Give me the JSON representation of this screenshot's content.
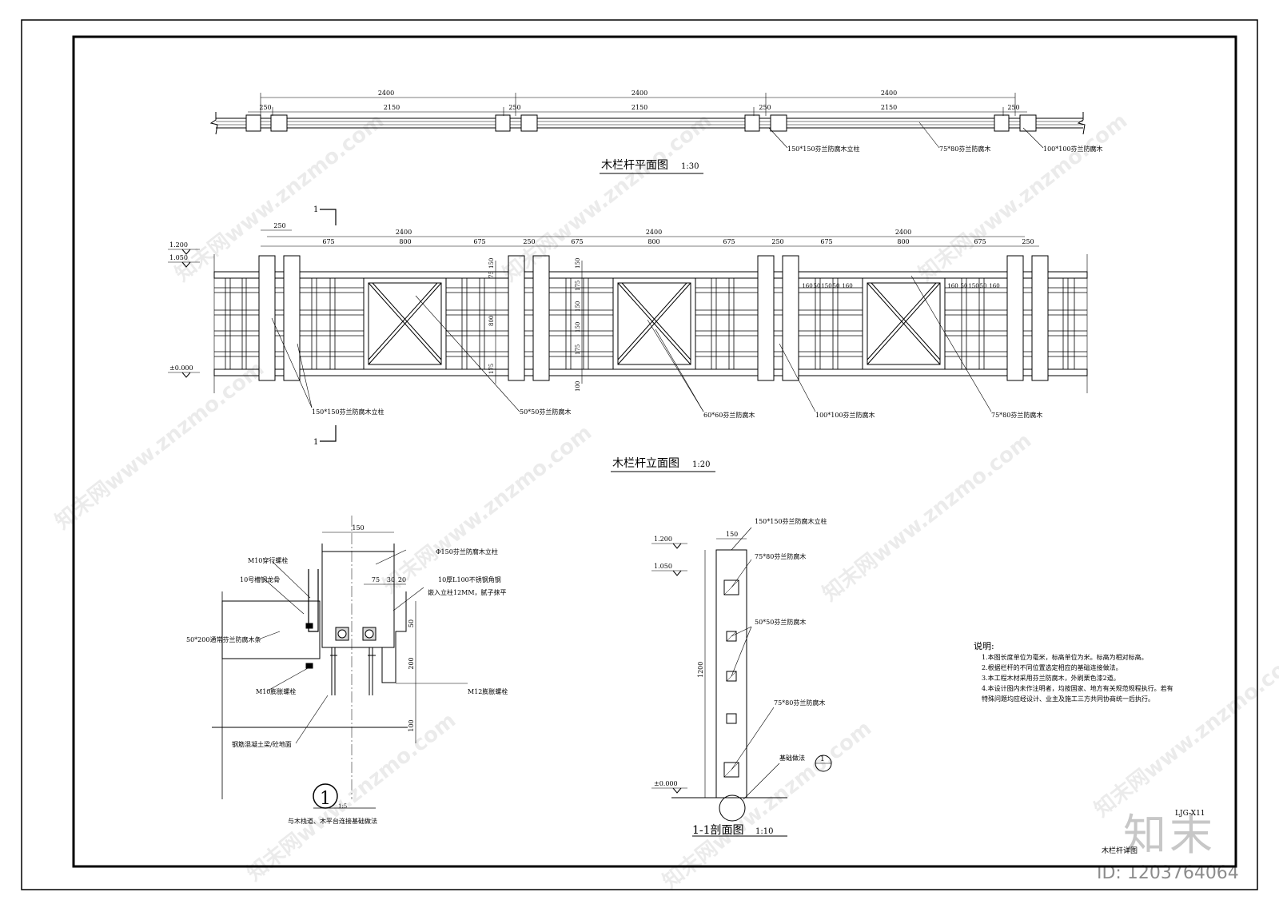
{
  "plan": {
    "title": "木栏杆平面图",
    "scale": "1:30",
    "dims_top": [
      "2400",
      "2400",
      "2400"
    ],
    "dims_sub": [
      "250",
      "2150",
      "250",
      "2150",
      "250",
      "2150",
      "250"
    ],
    "labels": [
      "150*150芬兰防腐木立柱",
      "75*80芬兰防腐木",
      "100*100芬兰防腐木"
    ]
  },
  "elevation": {
    "title": "木栏杆立面图",
    "scale": "1:20",
    "section_mark": "1",
    "levels": [
      "1.200",
      "1.050",
      "±0.000"
    ],
    "dims_span": [
      "2400",
      "2400",
      "2400"
    ],
    "dims_first": "250",
    "dims_bay": [
      "675",
      "800",
      "675"
    ],
    "post_gap": "250",
    "vertical_dims": [
      "75",
      "150",
      "175",
      "150",
      "150",
      "175",
      "100"
    ],
    "vertical_total": "800",
    "grid_dims": [
      "160",
      "50",
      "150",
      "50",
      "160"
    ],
    "labels": [
      "150*150芬兰防腐木立柱",
      "50*50芬兰防腐木",
      "60*60芬兰防腐木",
      "100*100芬兰防腐木",
      "75*80芬兰防腐木"
    ]
  },
  "detail1": {
    "number": "1",
    "scale": "1:5",
    "caption": "与木栈道、木平台连接基础做法",
    "dims": [
      "150",
      "75",
      "30",
      "20",
      "50",
      "200",
      "100"
    ],
    "labels": [
      "Φ150芬兰防腐木立柱",
      "M10穿行螺栓",
      "10号槽钢龙骨",
      "10厚L100不锈钢角钢",
      "嵌入立柱12MM，腻子抹平",
      "50*200通常芬兰防腐木条",
      "M10膨胀螺栓",
      "M12膨胀螺栓",
      "钢筋混凝土梁/砼地面"
    ]
  },
  "section": {
    "title": "1-1剖面图",
    "scale": "1:10",
    "levels": [
      "1.200",
      "1.050",
      "±0.000"
    ],
    "dims": [
      "150",
      "1200"
    ],
    "labels": [
      "150*150芬兰防腐木立柱",
      "75*80芬兰防腐木",
      "50*50芬兰防腐木",
      "75*80芬兰防腐木",
      "基础做法"
    ],
    "detail_ref": "1"
  },
  "notes": {
    "heading": "说明:",
    "lines": [
      "1.本图长度单位为毫米，标高单位为米。标高为相对标高。",
      "2.根据栏杆的不同位置选定相应的基础连接做法。",
      "3.本工程木材采用芬兰防腐木，外刷栗色漆2道。",
      "4.本设计图内未作注明者，均按国家、地方有关规范规程执行。若有",
      "特殊问题均应经设计、业主及施工三方共同协商统一后执行。"
    ]
  },
  "sheet": {
    "drawing_name": "木栏杆详图",
    "drawing_no": "LJG-X11",
    "logo": "知末",
    "id": "ID: 1203764064",
    "watermark": "知末网www.znzmo.com"
  }
}
